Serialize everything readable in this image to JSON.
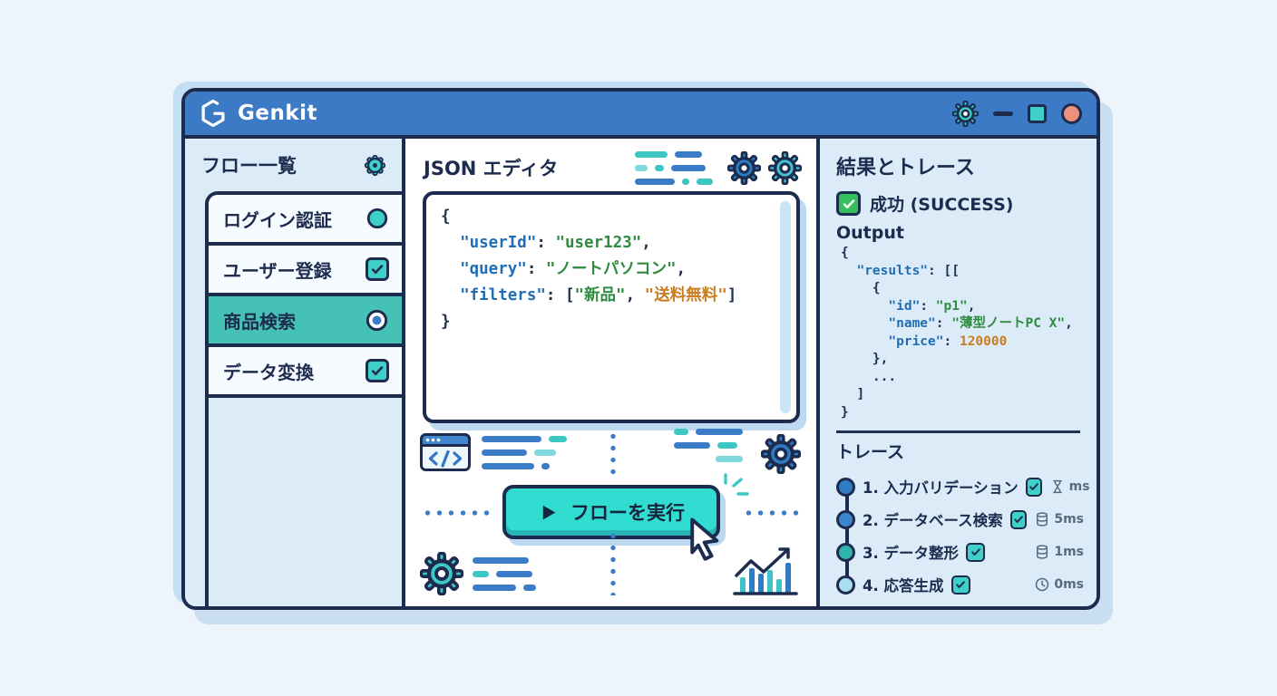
{
  "window": {
    "title": "Genkit",
    "controls": {
      "settings_icon": "gear-icon",
      "minimize_icon": "minimize-dash",
      "maximize_icon": "maximize-square",
      "close_icon": "close-circle"
    }
  },
  "sidebar": {
    "title": "フロー一覧",
    "header_icon": "badge-gear-icon",
    "items": [
      {
        "label": "ログイン認証",
        "icon": "circle-filled",
        "selected": false
      },
      {
        "label": "ユーザー登録",
        "icon": "checkbox-checked",
        "selected": false
      },
      {
        "label": "商品検索",
        "icon": "radio-selected",
        "selected": true
      },
      {
        "label": "データ変換",
        "icon": "checkbox-checked",
        "selected": false
      }
    ]
  },
  "editor": {
    "title": "JSON エディタ",
    "header_icons": [
      "decorative-lines",
      "gear-blue-icon",
      "gear-teal-icon"
    ],
    "code_lines": [
      [
        [
          "p",
          "{"
        ]
      ],
      [
        [
          "p",
          "  "
        ],
        [
          "k",
          "\"userId\""
        ],
        [
          "p",
          ": "
        ],
        [
          "s",
          "\"user123\""
        ],
        [
          "p",
          ","
        ]
      ],
      [
        [
          "p",
          "  "
        ],
        [
          "k",
          "\"query\""
        ],
        [
          "p",
          ": "
        ],
        [
          "s",
          "\"ノートパソコン\""
        ],
        [
          "p",
          ","
        ]
      ],
      [
        [
          "p",
          "  "
        ],
        [
          "k",
          "\"filters\""
        ],
        [
          "p",
          ": ["
        ],
        [
          "s",
          "\"新品\""
        ],
        [
          "p",
          ", "
        ],
        [
          "o",
          "\"送料無料\""
        ],
        [
          "p",
          "]"
        ]
      ],
      [
        [
          "p",
          "}"
        ]
      ]
    ]
  },
  "actions": {
    "run_button_label": "フローを実行",
    "run_button_icon": "play-icon",
    "cursor": "mouse-cursor"
  },
  "results": {
    "title": "結果とトレース",
    "status_label": "成功 (SUCCESS)",
    "status_icon": "checkbox-green-icon",
    "output_label": "Output",
    "output_lines": [
      [
        [
          "p",
          "{"
        ]
      ],
      [
        [
          "p",
          "  "
        ],
        [
          "k",
          "\"results\""
        ],
        [
          "p",
          ": [["
        ]
      ],
      [
        [
          "p",
          "    {"
        ]
      ],
      [
        [
          "p",
          "      "
        ],
        [
          "k",
          "\"id\""
        ],
        [
          "p",
          ": "
        ],
        [
          "s",
          "\"p1\""
        ],
        [
          "p",
          ","
        ]
      ],
      [
        [
          "p",
          "      "
        ],
        [
          "k",
          "\"name\""
        ],
        [
          "p",
          ": "
        ],
        [
          "s",
          "\"薄型ノートPC X\""
        ],
        [
          "p",
          ","
        ]
      ],
      [
        [
          "p",
          "      "
        ],
        [
          "k",
          "\"price\""
        ],
        [
          "p",
          ": "
        ],
        [
          "o",
          "120000"
        ]
      ],
      [
        [
          "p",
          "    },"
        ]
      ],
      [
        [
          "p",
          "    ..."
        ]
      ],
      [
        [
          "p",
          "  ]"
        ]
      ],
      [
        [
          "p",
          "}"
        ]
      ]
    ],
    "trace": {
      "title": "トレース",
      "steps": [
        {
          "label": "1. 入力バリデーション",
          "status_icon": "checkbox-checked",
          "duration_icon": "hourglass-icon",
          "duration": "ms"
        },
        {
          "label": "2. データベース検索",
          "status_icon": "checkbox-checked",
          "duration_icon": "database-icon",
          "duration": "5ms"
        },
        {
          "label": "3. データ整形",
          "status_icon": "checkbox-checked",
          "duration_icon": "database-icon",
          "duration": "1ms"
        },
        {
          "label": "4. 応答生成",
          "status_icon": "checkbox-checked",
          "duration_icon": "clock-icon",
          "duration": "0ms"
        }
      ]
    }
  },
  "colors": {
    "titlebar": "#3c7ac6",
    "outline": "#1d2c4e",
    "teal_accent": "#3fd0c8",
    "selected_row": "#45c2b5",
    "run_button": "#31dcd0",
    "success_green": "#34c05c",
    "close_button": "#ef8f7c",
    "panel_bg": "#dcebf8",
    "code_key": "#1f6eb4",
    "code_string": "#2e8b3f",
    "code_orange": "#c97c1e"
  }
}
